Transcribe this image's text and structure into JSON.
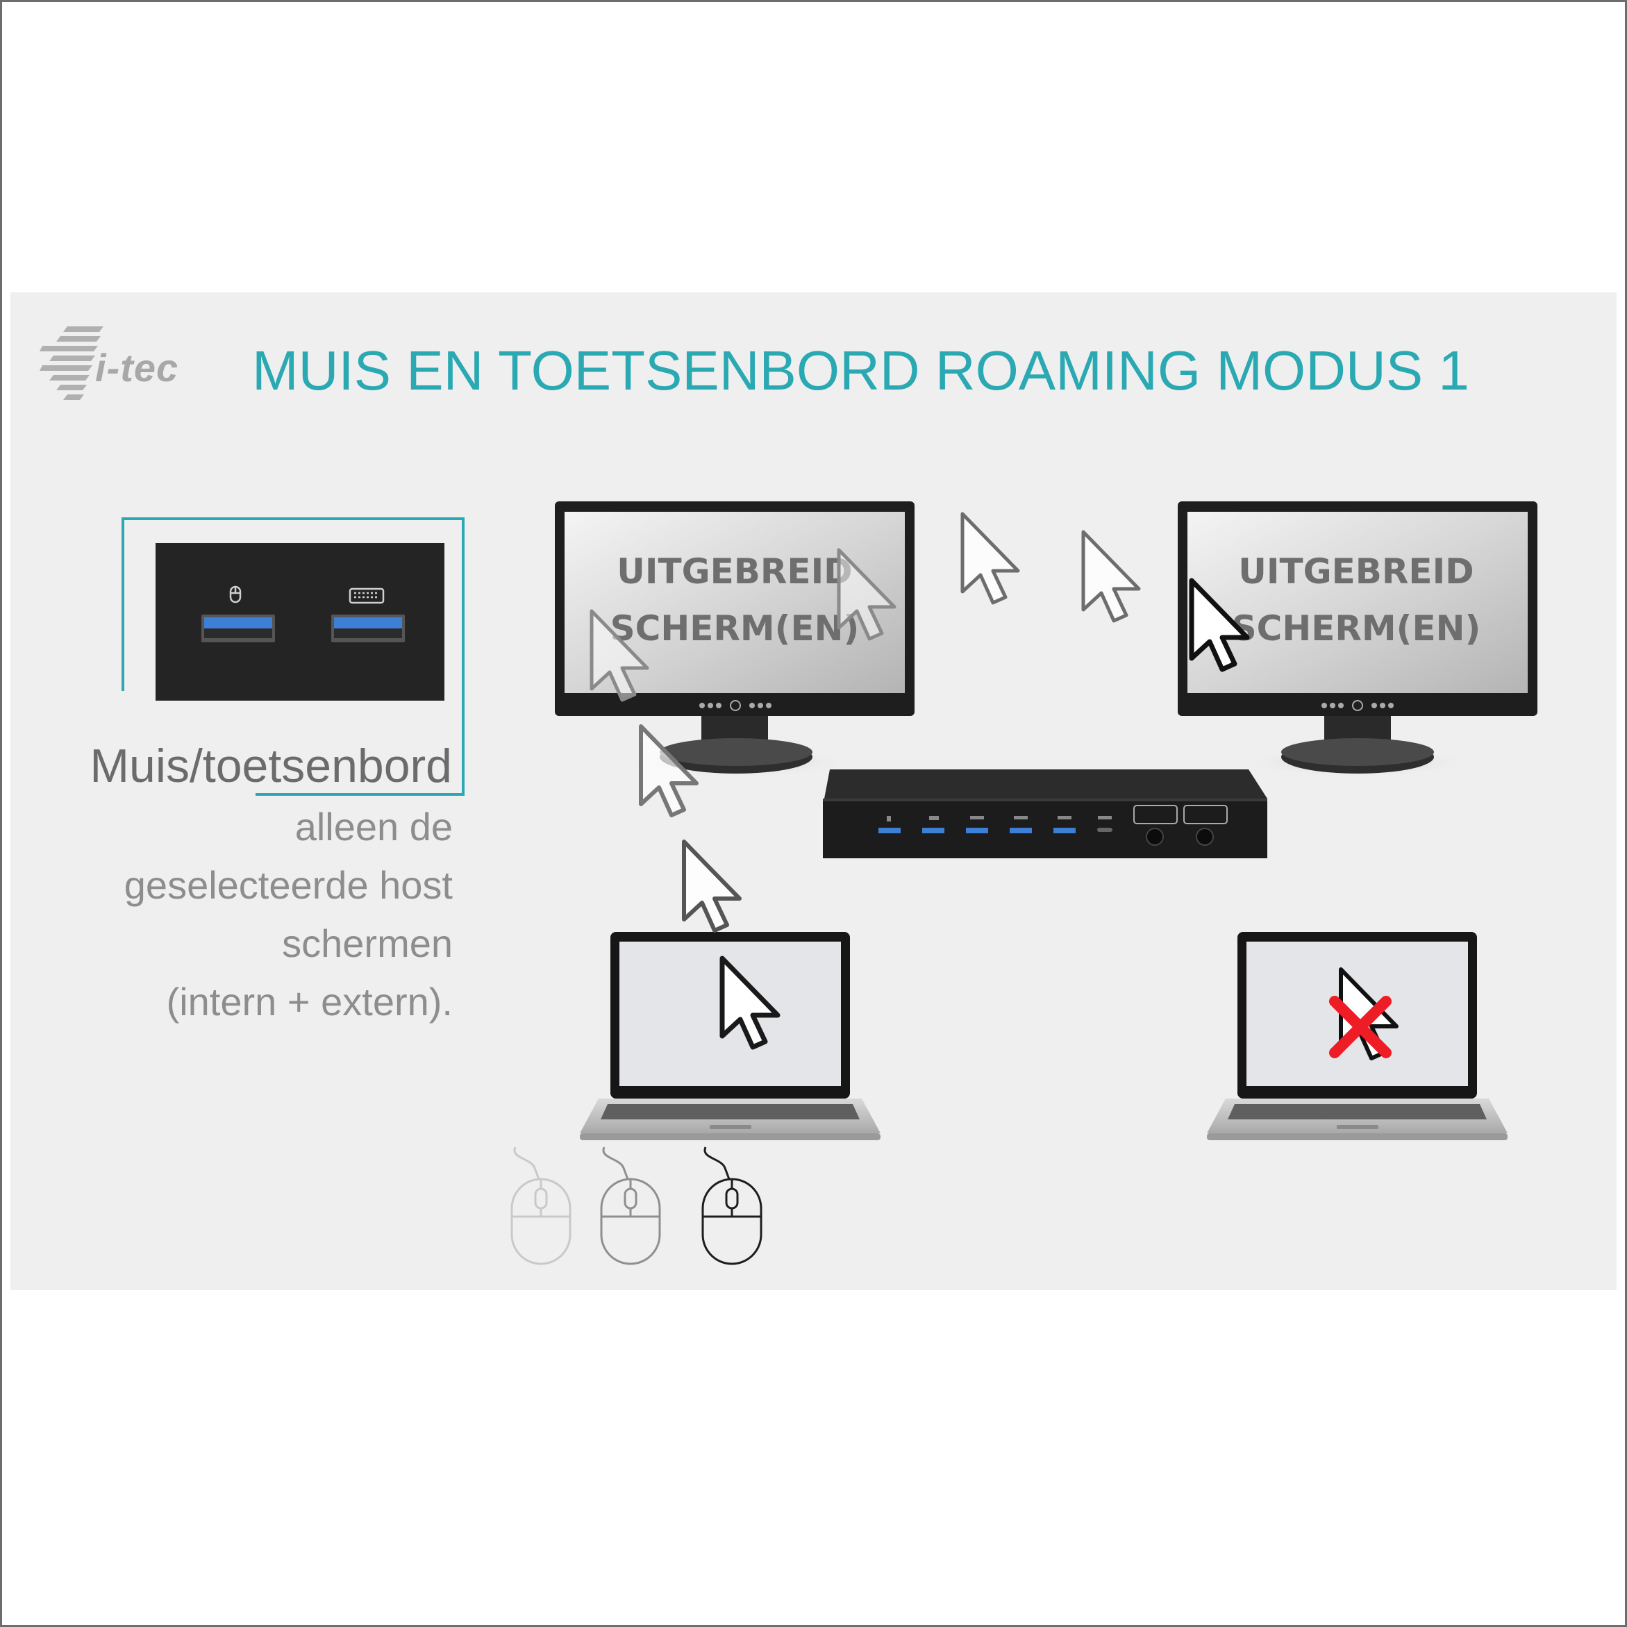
{
  "header": {
    "logo_text": "i-tec",
    "title": "MUIS EN TOETSENBORD ROAMING MODUS 1"
  },
  "callout": {
    "heading": "Muis/toetsenbord",
    "lines": [
      "alleen de",
      "geselecteerde host",
      "schermen",
      "(intern + extern)."
    ]
  },
  "monitors": [
    {
      "line1": "UITGEBREID",
      "line2": "SCHERM(EN)"
    },
    {
      "line1": "UITGEBREID",
      "line2": "SCHERM(EN)"
    }
  ],
  "colors": {
    "accent": "#2aa9b3",
    "panel_bg": "#efefef",
    "device_dark": "#1e1e1e",
    "usb_blue": "#3e7fd6",
    "blocked_red": "#ee1c24"
  },
  "icons": [
    "i-tec-logo",
    "mouse-port-icon",
    "keyboard-port-icon",
    "cursor-icon",
    "mouse-icon",
    "blocked-x-icon"
  ]
}
